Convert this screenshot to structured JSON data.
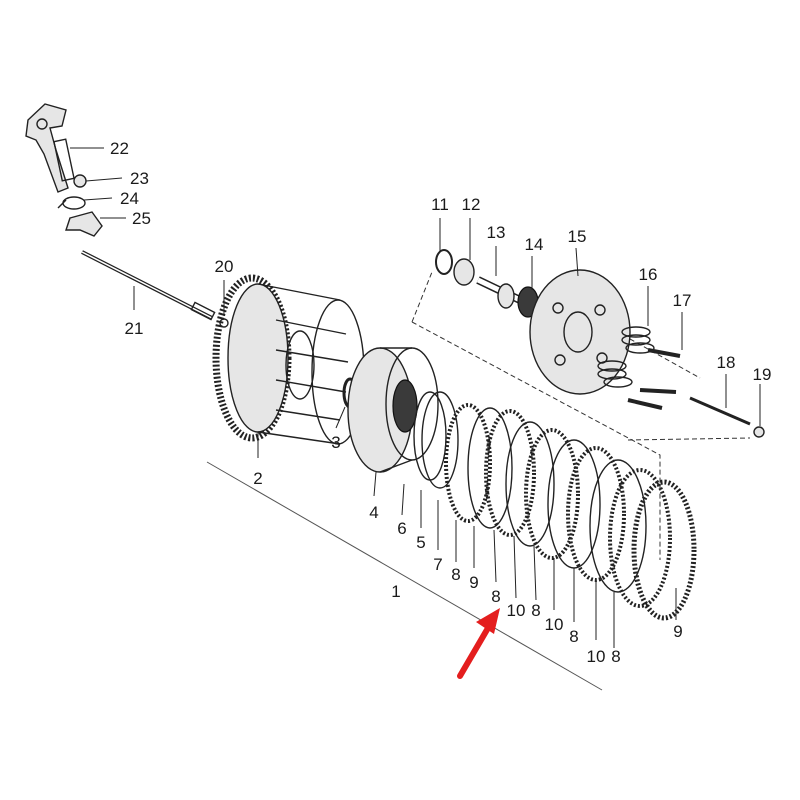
{
  "diagram": {
    "callouts": [
      {
        "id": "c1",
        "text": "1"
      },
      {
        "id": "c2",
        "text": "2"
      },
      {
        "id": "c3",
        "text": "3"
      },
      {
        "id": "c4",
        "text": "4"
      },
      {
        "id": "c5",
        "text": "5"
      },
      {
        "id": "c6",
        "text": "6"
      },
      {
        "id": "c7",
        "text": "7"
      },
      {
        "id": "c8a",
        "text": "8"
      },
      {
        "id": "c9a",
        "text": "9"
      },
      {
        "id": "c8b",
        "text": "8"
      },
      {
        "id": "c10a",
        "text": "10"
      },
      {
        "id": "c8c",
        "text": "8"
      },
      {
        "id": "c10b",
        "text": "10"
      },
      {
        "id": "c8d",
        "text": "8"
      },
      {
        "id": "c10c",
        "text": "10"
      },
      {
        "id": "c8e",
        "text": "8"
      },
      {
        "id": "c9b",
        "text": "9"
      },
      {
        "id": "c11",
        "text": "11"
      },
      {
        "id": "c12",
        "text": "12"
      },
      {
        "id": "c13",
        "text": "13"
      },
      {
        "id": "c14",
        "text": "14"
      },
      {
        "id": "c15",
        "text": "15"
      },
      {
        "id": "c16",
        "text": "16"
      },
      {
        "id": "c17",
        "text": "17"
      },
      {
        "id": "c18",
        "text": "18"
      },
      {
        "id": "c19",
        "text": "19"
      },
      {
        "id": "c20",
        "text": "20"
      },
      {
        "id": "c21",
        "text": "21"
      },
      {
        "id": "c22",
        "text": "22"
      },
      {
        "id": "c23",
        "text": "23"
      },
      {
        "id": "c24",
        "text": "24"
      },
      {
        "id": "c25",
        "text": "25"
      }
    ],
    "colors": {
      "line": "#222222",
      "highlight_arrow": "#e41e1e",
      "background": "#ffffff"
    },
    "highlight": {
      "target_callout": "c8b",
      "icon": "arrow-up-right-icon"
    }
  }
}
